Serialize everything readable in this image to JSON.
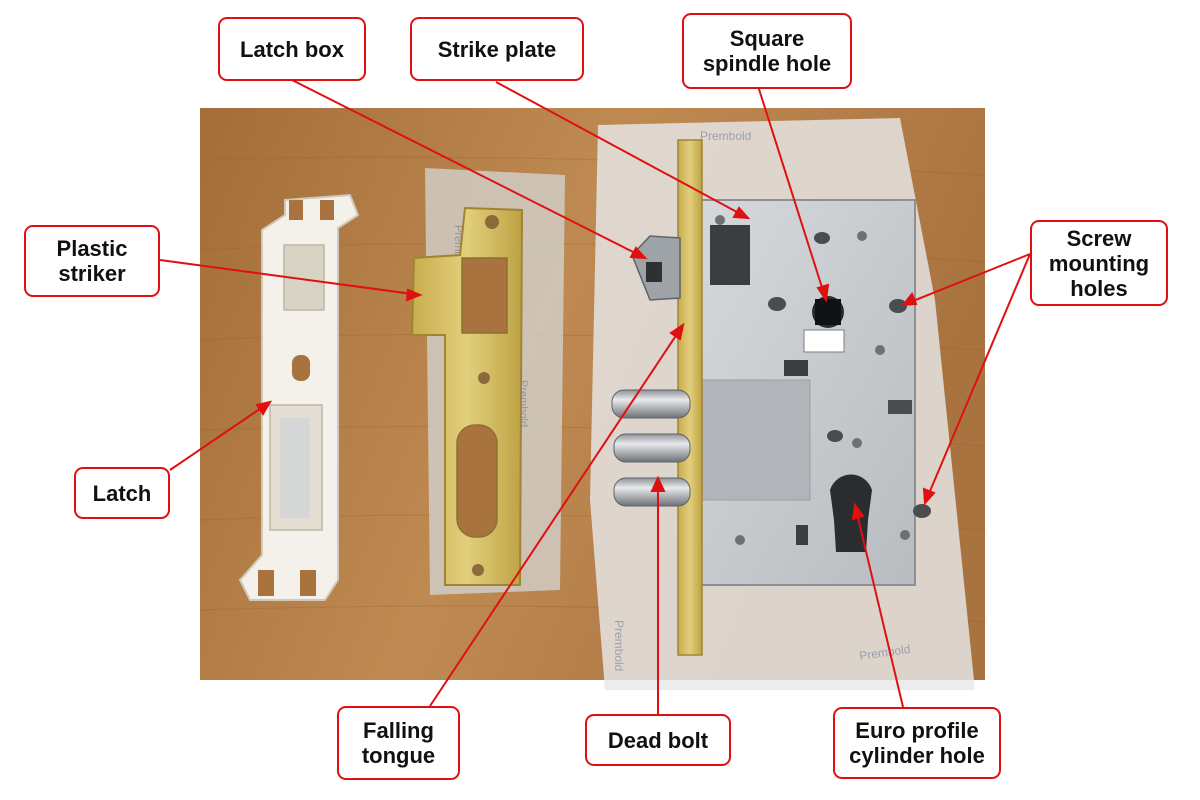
{
  "colors": {
    "callout_border": "#e01010",
    "arrow": "#e01010",
    "table": "#b47e45",
    "brass": "#d2b95c",
    "steel": "#c7cacd",
    "plastic": "#f4f1ea",
    "wrapper": "#e6e8ea"
  },
  "labels": {
    "latch_box": "Latch box",
    "strike_plate": "Strike plate",
    "square_spindle_hole": "Square\nspindle hole",
    "plastic_striker": "Plastic\nstriker",
    "screw_mounting_holes": "Screw\nmounting\nholes",
    "latch": "Latch",
    "falling_tongue": "Falling\ntongue",
    "dead_bolt": "Dead bolt",
    "euro_profile_cylinder_hole": "Euro profile\ncylinder hole"
  },
  "photo": {
    "subject": "mortise lock kit on wooden table",
    "wrapper_print": "Prembold"
  }
}
